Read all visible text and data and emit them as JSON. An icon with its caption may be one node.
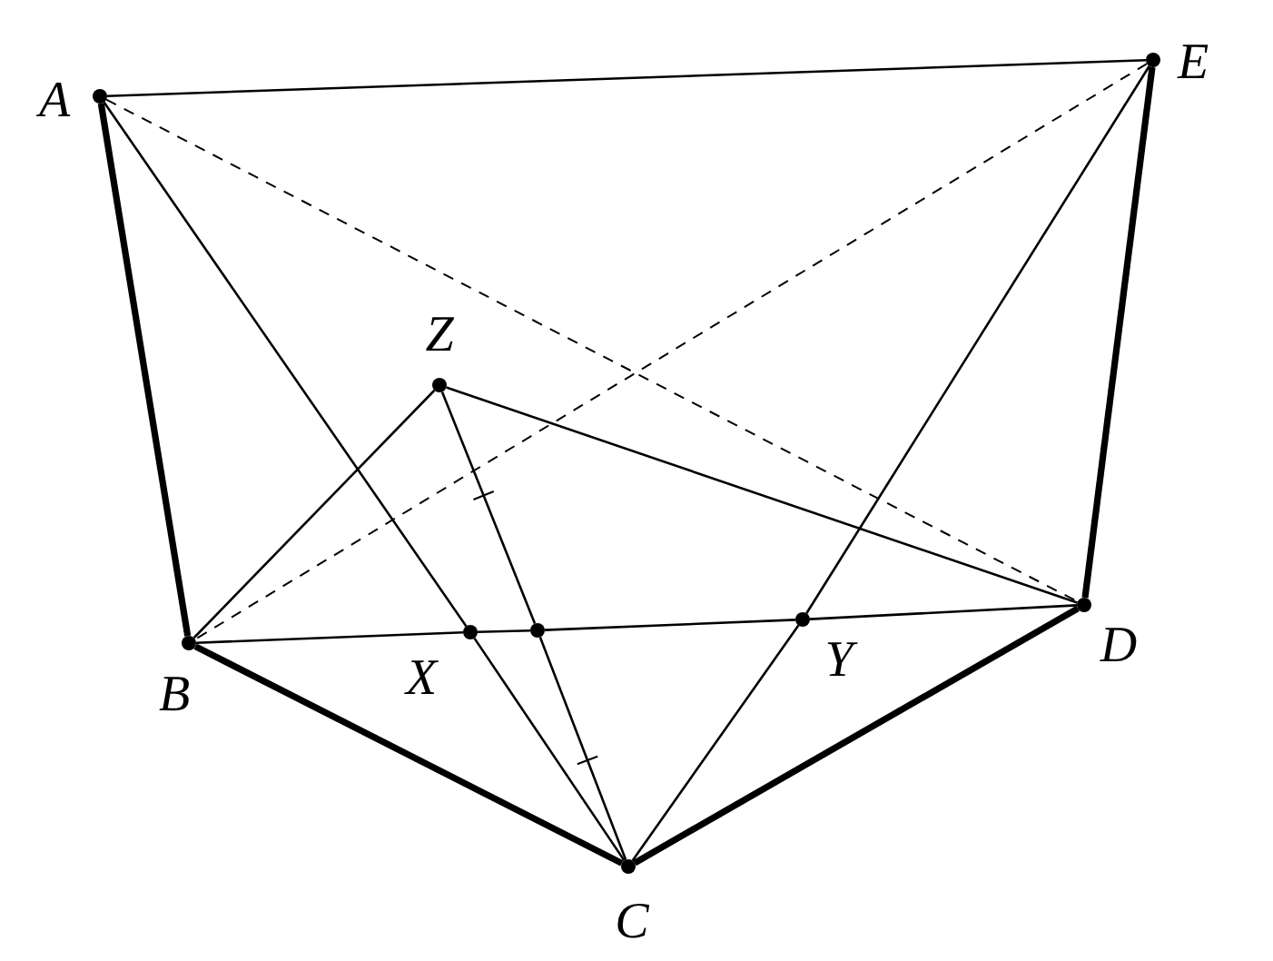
{
  "diagram": {
    "nodes": [
      {
        "text": [],
        "shape": "circle",
        "beside": [
          "A"
        ]
      },
      {
        "text": [],
        "shape": "circle",
        "beside": [
          "E"
        ]
      },
      {
        "text": [],
        "shape": "circle",
        "beside": [
          "Z"
        ]
      },
      {
        "text": [],
        "shape": "circle",
        "beside": [
          "B"
        ]
      },
      {
        "text": [],
        "shape": "circle",
        "beside": [
          "X"
        ]
      },
      {
        "text": [],
        "shape": "circle"
      },
      {
        "text": [],
        "shape": "circle",
        "beside": [
          "Y"
        ]
      },
      {
        "text": [],
        "shape": "circle",
        "beside": [
          "D"
        ]
      },
      {
        "text": [],
        "shape": "circle",
        "beside": [
          "C"
        ]
      }
    ],
    "edges": [
      {
        "from": 0,
        "to": 1,
        "arrow": "none"
      },
      {
        "from": 0,
        "to": 7,
        "arrow": "none",
        "style": "dashed"
      },
      {
        "from": 1,
        "to": 3,
        "arrow": "none",
        "style": "dashed"
      },
      {
        "from": 0,
        "to": 3,
        "arrow": "none",
        "style": "thick"
      },
      {
        "from": 0,
        "to": 4,
        "arrow": "none"
      },
      {
        "from": 4,
        "to": 8,
        "arrow": "none"
      },
      {
        "from": 1,
        "to": 6,
        "arrow": "none"
      },
      {
        "from": 6,
        "to": 8,
        "arrow": "none"
      },
      {
        "from": 1,
        "to": 7,
        "arrow": "none",
        "style": "thick"
      },
      {
        "from": 3,
        "to": 8,
        "arrow": "none",
        "style": "thick"
      },
      {
        "from": 8,
        "to": 7,
        "arrow": "none",
        "style": "thick"
      },
      {
        "from": 3,
        "to": 4,
        "arrow": "none"
      },
      {
        "from": 4,
        "to": 5,
        "arrow": "none"
      },
      {
        "from": 5,
        "to": 6,
        "arrow": "none"
      },
      {
        "from": 6,
        "to": 7,
        "arrow": "none"
      },
      {
        "from": 2,
        "to": 3,
        "arrow": "none"
      },
      {
        "from": 2,
        "to": 7,
        "arrow": "none"
      },
      {
        "from": 2,
        "to": 5,
        "arrow": "none"
      },
      {
        "from": 5,
        "to": 8,
        "arrow": "none"
      }
    ]
  }
}
